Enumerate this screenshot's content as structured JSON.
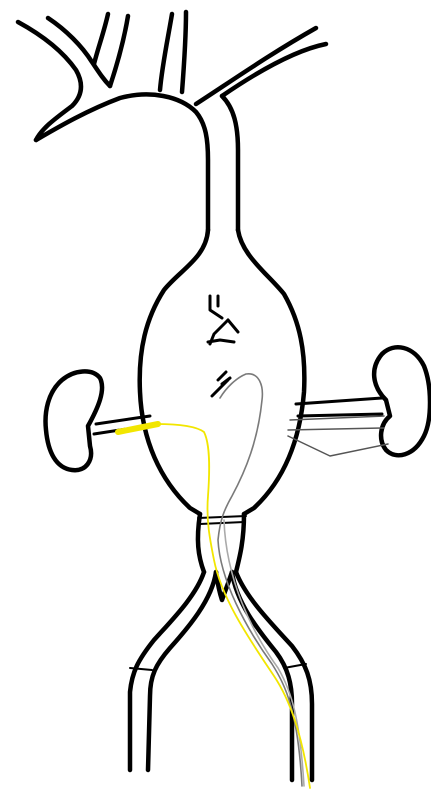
{
  "diagram": {
    "subject": "aorta-with-aneurysm-and-renal-branches",
    "colors": {
      "background": "#ffffff",
      "outline": "#000000",
      "guidewire": "#f2e600",
      "graft": "#8a8a8a",
      "graft_fill": "#ffffff"
    },
    "elements": [
      "aortic-arch",
      "arch-branch-vessels",
      "aneurysm-sac",
      "left-kidney",
      "right-kidney",
      "left-renal-artery",
      "right-renal-arteries",
      "visceral-branch-marks",
      "aortic-bifurcation",
      "left-iliac-artery",
      "right-iliac-artery",
      "yellow-guidewire",
      "grey-stent-graft-wire"
    ]
  }
}
